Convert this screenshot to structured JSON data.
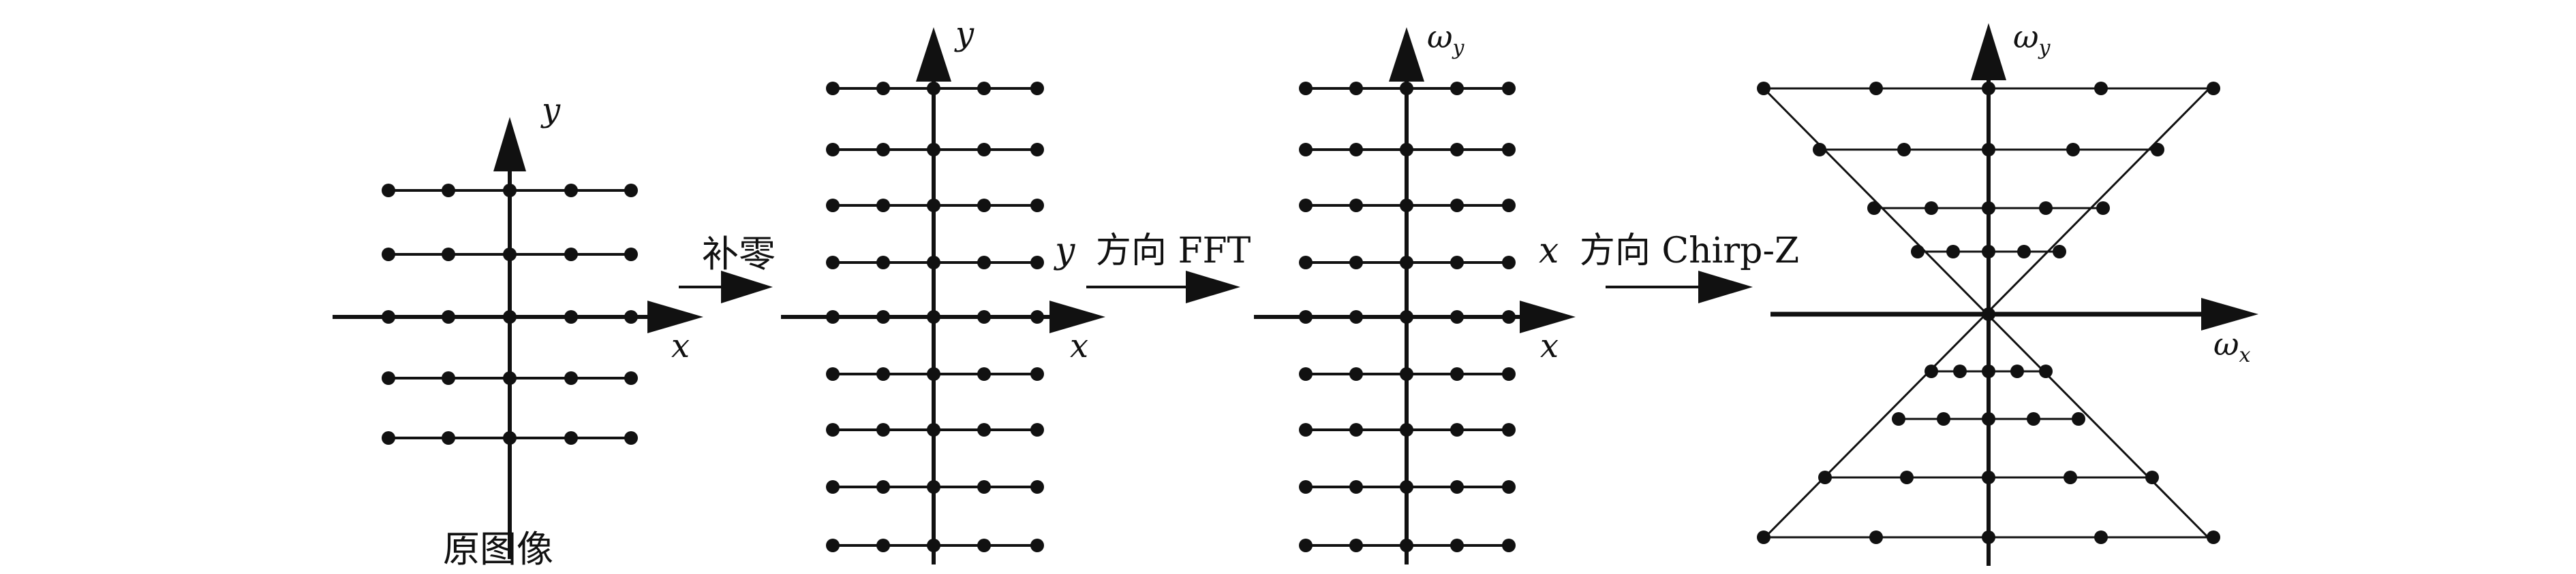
{
  "colors": {
    "ink": "#111111",
    "background": "#ffffff"
  },
  "panel1": {
    "y_label": "y",
    "x_label": "x",
    "caption": "原图像"
  },
  "step1": {
    "label": "补零"
  },
  "panel2": {
    "y_label": "y",
    "x_label": "x"
  },
  "step2": {
    "label_var": "y",
    "label_text": "方向 FFT"
  },
  "panel3": {
    "y_label_main": "ω",
    "y_label_sub": "y",
    "x_label": "x"
  },
  "step3": {
    "label_var": "x",
    "label_text": "方向 Chirp-Z"
  },
  "panel4": {
    "y_label_main": "ω",
    "y_label_sub": "y",
    "x_label_main": "ω",
    "x_label_sub": "x"
  },
  "grids": {
    "panel1": {
      "rows": 5,
      "cols": 5
    },
    "panel2": {
      "rows": 9,
      "cols": 5
    },
    "panel3": {
      "rows": 9,
      "cols": 5
    },
    "panel4": {
      "rows_per_half": 4,
      "points_per_row": 5
    }
  }
}
